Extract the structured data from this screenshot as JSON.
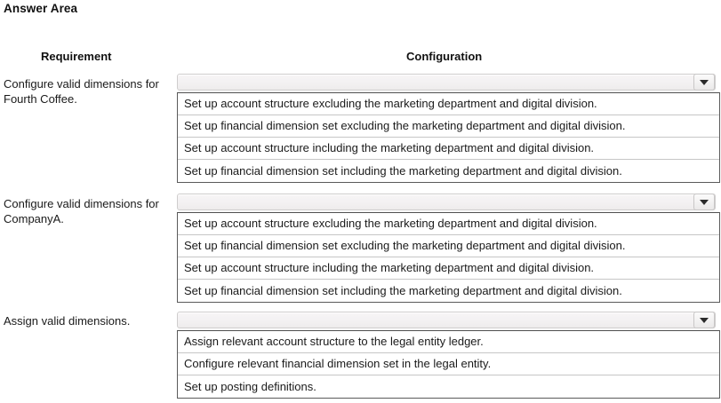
{
  "page": {
    "title": "Answer Area"
  },
  "table": {
    "headers": {
      "requirement": "Requirement",
      "configuration": "Configuration"
    },
    "rows": [
      {
        "requirement": "Configure valid dimensions for Fourth Coffee.",
        "dropdown": {
          "selected_value": "",
          "placeholder": "",
          "expanded": true,
          "arrow_icon": "chevron-down-icon",
          "options": [
            "Set up account structure excluding the marketing department and digital division.",
            "Set up financial dimension set excluding the marketing department and digital division.",
            "Set up account structure including the marketing department and digital division.",
            "Set up financial dimension set including the marketing department and digital division."
          ]
        }
      },
      {
        "requirement": "Configure valid dimensions for CompanyA.",
        "dropdown": {
          "selected_value": "",
          "placeholder": "",
          "expanded": true,
          "arrow_icon": "chevron-down-icon",
          "options": [
            "Set up account structure excluding the marketing department and digital division.",
            "Set up financial dimension set excluding the marketing department and digital division.",
            "Set up account structure including the marketing department and digital division.",
            "Set up financial dimension set including the marketing department and digital division."
          ]
        }
      },
      {
        "requirement": "Assign valid dimensions.",
        "dropdown": {
          "selected_value": "",
          "placeholder": "",
          "expanded": true,
          "arrow_icon": "chevron-down-icon",
          "options": [
            "Assign relevant account structure to the legal entity ledger.",
            "Configure relevant financial dimension set in the legal entity.",
            "Set up posting definitions."
          ]
        }
      }
    ]
  },
  "colors": {
    "background": "#ffffff",
    "text": "#1a1a1a",
    "combo_fill": "#f3f1f2",
    "combo_border": "#cfcdcd",
    "list_border": "#5a5a5a",
    "row_separator": "#c6c6c6",
    "arrow": "#2b2b2b"
  }
}
